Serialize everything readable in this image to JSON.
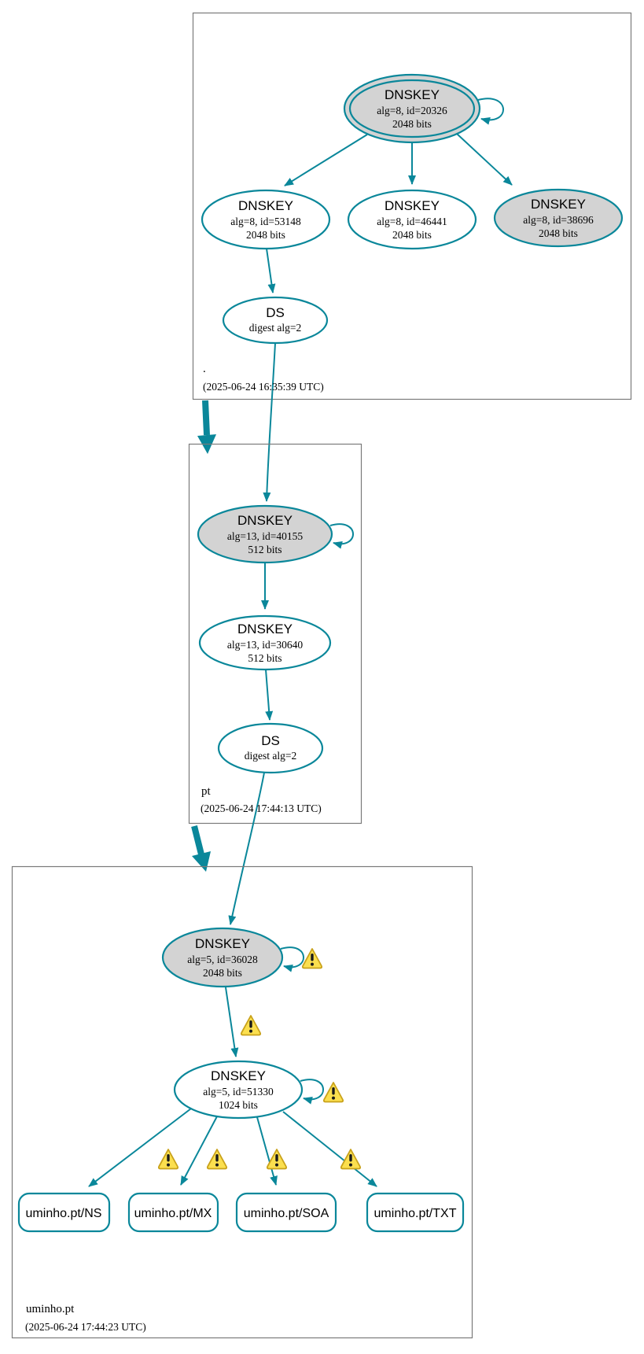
{
  "colors": {
    "edge_teal": "#0a879a",
    "node_fill_gray": "#d3d3d3",
    "node_fill_white": "#ffffff",
    "zone_box_border": "#7a7a7a",
    "warning_fill": "#fbdf4f",
    "warning_border": "#c9a21b",
    "text": "#000000"
  },
  "zones": [
    {
      "label": ".",
      "timestamp": "(2025-06-24 16:35:39 UTC)",
      "nodes": {
        "ksk": {
          "title": "DNSKEY",
          "detail": "alg=8, id=20326",
          "bits": "2048 bits"
        },
        "zsk_53148": {
          "title": "DNSKEY",
          "detail": "alg=8, id=53148",
          "bits": "2048 bits"
        },
        "zsk_46441": {
          "title": "DNSKEY",
          "detail": "alg=8, id=46441",
          "bits": "2048 bits"
        },
        "zsk_38696": {
          "title": "DNSKEY",
          "detail": "alg=8, id=38696",
          "bits": "2048 bits"
        },
        "ds": {
          "title": "DS",
          "detail": "digest alg=2"
        }
      }
    },
    {
      "label": "pt",
      "timestamp": "(2025-06-24 17:44:13 UTC)",
      "nodes": {
        "ksk": {
          "title": "DNSKEY",
          "detail": "alg=13, id=40155",
          "bits": "512 bits"
        },
        "zsk": {
          "title": "DNSKEY",
          "detail": "alg=13, id=30640",
          "bits": "512 bits"
        },
        "ds": {
          "title": "DS",
          "detail": "digest alg=2"
        }
      }
    },
    {
      "label": "uminho.pt",
      "timestamp": "(2025-06-24 17:44:23 UTC)",
      "nodes": {
        "ksk": {
          "title": "DNSKEY",
          "detail": "alg=5, id=36028",
          "bits": "2048 bits"
        },
        "zsk": {
          "title": "DNSKEY",
          "detail": "alg=5, id=51330",
          "bits": "1024 bits"
        },
        "rrsets": [
          {
            "label": "uminho.pt/NS"
          },
          {
            "label": "uminho.pt/MX"
          },
          {
            "label": "uminho.pt/SOA"
          },
          {
            "label": "uminho.pt/TXT"
          }
        ]
      }
    }
  ]
}
